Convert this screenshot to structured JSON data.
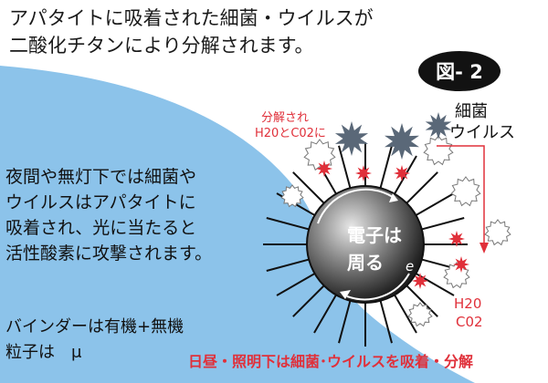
{
  "title": {
    "line1": "アパタイトに吸着された細菌・ウイルスが",
    "line2": "二酸化チタンにより分解されます。"
  },
  "figure_badge": "図- 2",
  "decomposition": {
    "line1": "分解され",
    "line2": "H20とC02に"
  },
  "germ_label": {
    "line1": "細菌",
    "line2": "ウイルス"
  },
  "body_text": [
    "夜間や無灯下では細菌や",
    "ウイルスはアパタイトに",
    "吸着され、光に当たると",
    "活性酸素に攻撃されます。"
  ],
  "binder": {
    "line1": "バインダーは有機+無機",
    "line2": "粒子は　μ"
  },
  "electron": {
    "line1": "電子は",
    "line2": "周る",
    "symbol": "e"
  },
  "products": {
    "h2o": "H20",
    "co2": "C02"
  },
  "bottom_caption": "日昼・照明下は細菌･ウイルスを吸着・分解",
  "colors": {
    "coating_blue": "#8cc3ea",
    "accent_red": "#e0303a",
    "sphere_dark": "#2a2a2a",
    "virus_dark": "#5a6878"
  },
  "icons": [
    "sphere-icon",
    "virus-icon",
    "bacteria-outline-icon",
    "active-oxygen-icon",
    "arrow-down-icon"
  ]
}
